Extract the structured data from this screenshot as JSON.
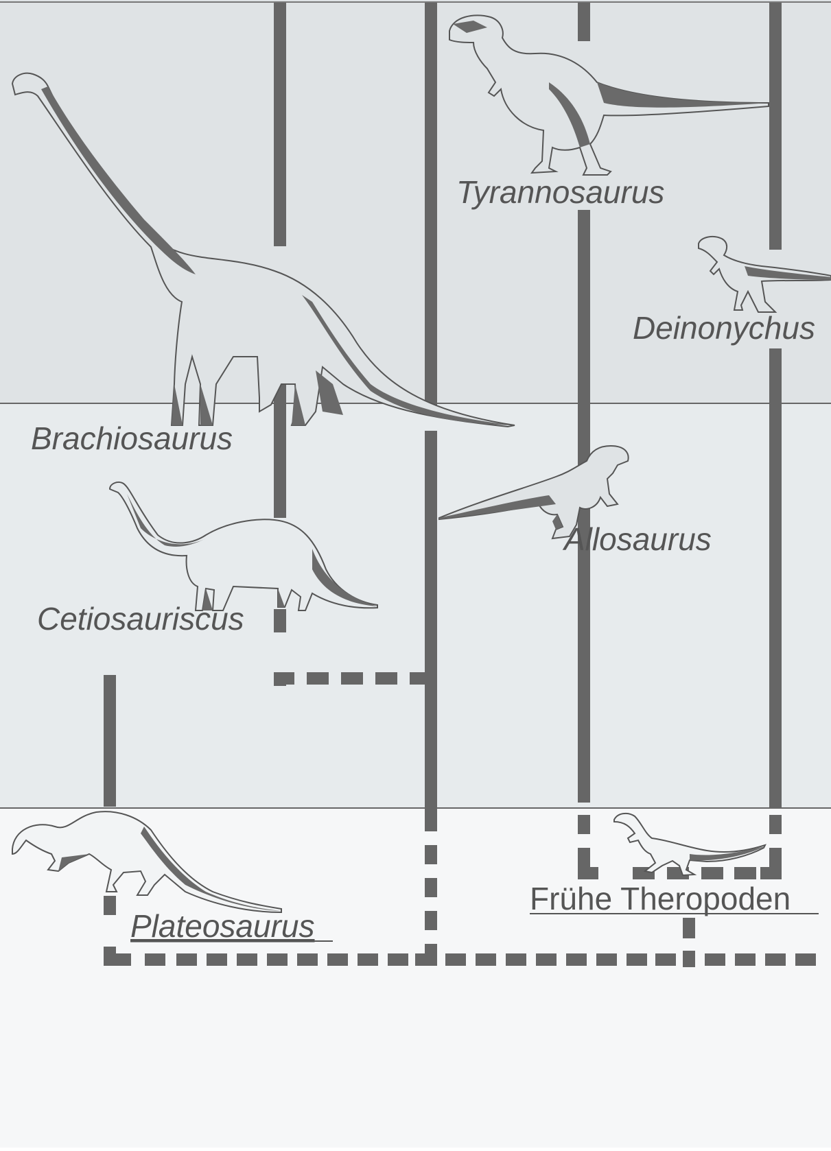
{
  "colors": {
    "band_top": "#dfe3e5",
    "band_mid": "#e7ebed",
    "band_low": "#f2f4f5",
    "page": "#ffffff",
    "line": "#666666",
    "text": "#555555"
  },
  "taxa": {
    "tyrannosaurus": "Tyrannosaurus",
    "deinonychus": "Deinonychus",
    "brachiosaurus": "Brachiosaurus",
    "allosaurus": "Allosaurus",
    "cetiosauriscus": "Cetiosauriscus",
    "plateosaurus": "Plateosaurus",
    "early_theropods": "Frühe Theropoden"
  },
  "silhouettes": [
    {
      "name": "tyrannosaurus-silhouette",
      "kind": "theropod"
    },
    {
      "name": "deinonychus-silhouette",
      "kind": "theropod"
    },
    {
      "name": "brachiosaurus-silhouette",
      "kind": "sauropod"
    },
    {
      "name": "allosaurus-silhouette",
      "kind": "theropod"
    },
    {
      "name": "cetiosauriscus-silhouette",
      "kind": "sauropod"
    },
    {
      "name": "plateosaurus-silhouette",
      "kind": "prosauropod"
    },
    {
      "name": "early-theropod-silhouette",
      "kind": "theropod"
    }
  ]
}
